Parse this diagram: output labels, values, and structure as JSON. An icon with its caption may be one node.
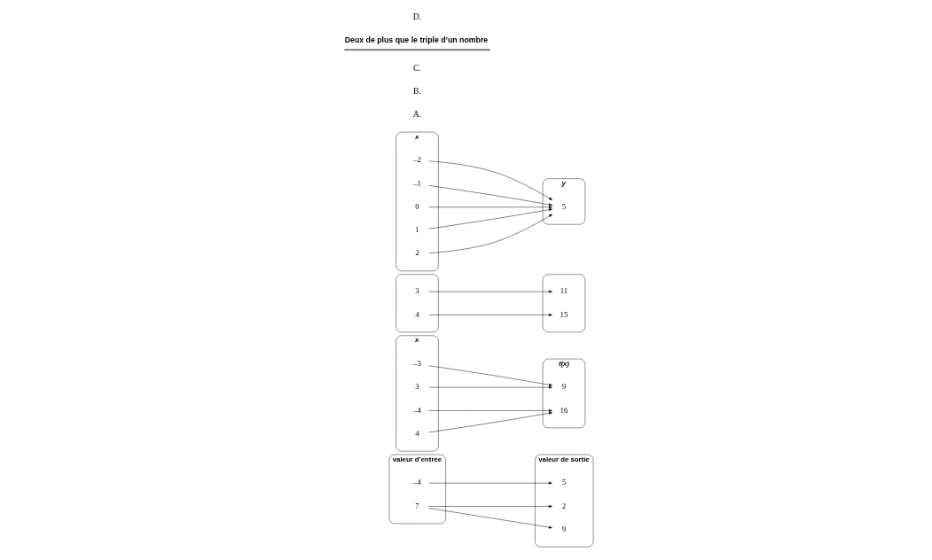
{
  "diagram": {
    "nodes": [
      {
        "text": [
          "valeur d’entrée"
        ]
      },
      {
        "text": [
          "–4"
        ],
        "in": 0
      },
      {
        "text": [
          "7"
        ],
        "in": 0
      },
      {
        "text": [
          "valeur de sortie"
        ]
      },
      {
        "text": [
          "2"
        ],
        "in": 3
      },
      {
        "text": [
          "5"
        ],
        "in": 3
      },
      {
        "text": [
          "9"
        ],
        "in": 3
      },
      {
        "text": [
          "x"
        ]
      },
      {
        "text": [
          "–4"
        ],
        "in": 7
      },
      {
        "text": [
          "–3"
        ],
        "in": 7
      },
      {
        "text": [
          "3"
        ],
        "in": 7
      },
      {
        "text": [
          "4"
        ],
        "in": 7
      },
      {
        "text": [
          "f(x)"
        ]
      },
      {
        "text": [
          "9"
        ],
        "in": 12
      },
      {
        "text": [
          "16"
        ],
        "in": 12
      },
      {
        "text": [],
        "shape": "box"
      },
      {
        "text": [
          "3"
        ],
        "in": 15
      },
      {
        "text": [
          "4"
        ],
        "in": 15
      },
      {
        "text": [],
        "shape": "box"
      },
      {
        "text": [
          "11"
        ],
        "in": 18
      },
      {
        "text": [
          "15"
        ],
        "in": 18
      },
      {
        "text": [
          "x"
        ]
      },
      {
        "text": [
          "–2"
        ],
        "in": 21
      },
      {
        "text": [
          "–1"
        ],
        "in": 21
      },
      {
        "text": [
          "0"
        ],
        "in": 21
      },
      {
        "text": [
          "1"
        ],
        "in": 21
      },
      {
        "text": [
          "2"
        ],
        "in": 21
      },
      {
        "text": [
          "y"
        ]
      },
      {
        "text": [
          "5"
        ],
        "in": 27
      }
    ],
    "edges": [
      {
        "from": 1,
        "to": 5,
        "arrow": "to"
      },
      {
        "from": 2,
        "to": 4,
        "arrow": "to"
      },
      {
        "from": 2,
        "to": 6,
        "arrow": "to"
      },
      {
        "from": 8,
        "to": 14,
        "arrow": "to"
      },
      {
        "from": 9,
        "to": 13,
        "arrow": "to"
      },
      {
        "from": 10,
        "to": 13,
        "arrow": "to"
      },
      {
        "from": 11,
        "to": 14,
        "arrow": "to"
      },
      {
        "from": 16,
        "to": 19,
        "arrow": "to"
      },
      {
        "from": 17,
        "to": 20,
        "arrow": "to"
      },
      {
        "from": 22,
        "to": 28,
        "arrow": "to"
      },
      {
        "from": 23,
        "to": 28,
        "arrow": "to"
      },
      {
        "from": 24,
        "to": 28,
        "arrow": "to"
      },
      {
        "from": 25,
        "to": 28,
        "arrow": "to"
      },
      {
        "from": 26,
        "to": 28,
        "arrow": "to"
      }
    ],
    "labels": [
      "A.",
      "B.",
      "C.",
      "Deux de plus que le triple d’un nombre",
      "D."
    ]
  }
}
